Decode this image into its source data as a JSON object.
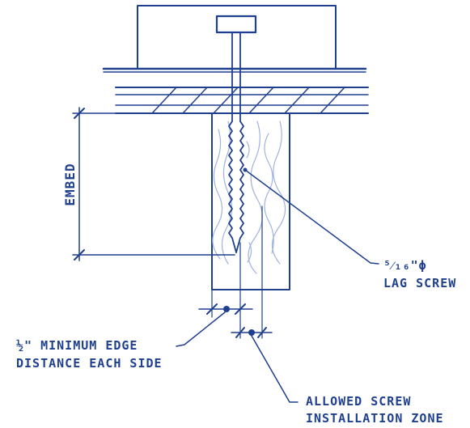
{
  "colors": {
    "ink": "#1f3f8f",
    "wood_grain": "#9fb3dd",
    "background": "#ffffff"
  },
  "labels": {
    "embed": "EMBED",
    "lag_screw_line1": "⁵⁄₁₆\"ϕ",
    "lag_screw_line2": "LAG SCREW",
    "edge_line1": "½\" MINIMUM EDGE",
    "edge_line2": "DISTANCE EACH SIDE",
    "zone_line1": "ALLOWED SCREW",
    "zone_line2": "INSTALLATION ZONE"
  }
}
